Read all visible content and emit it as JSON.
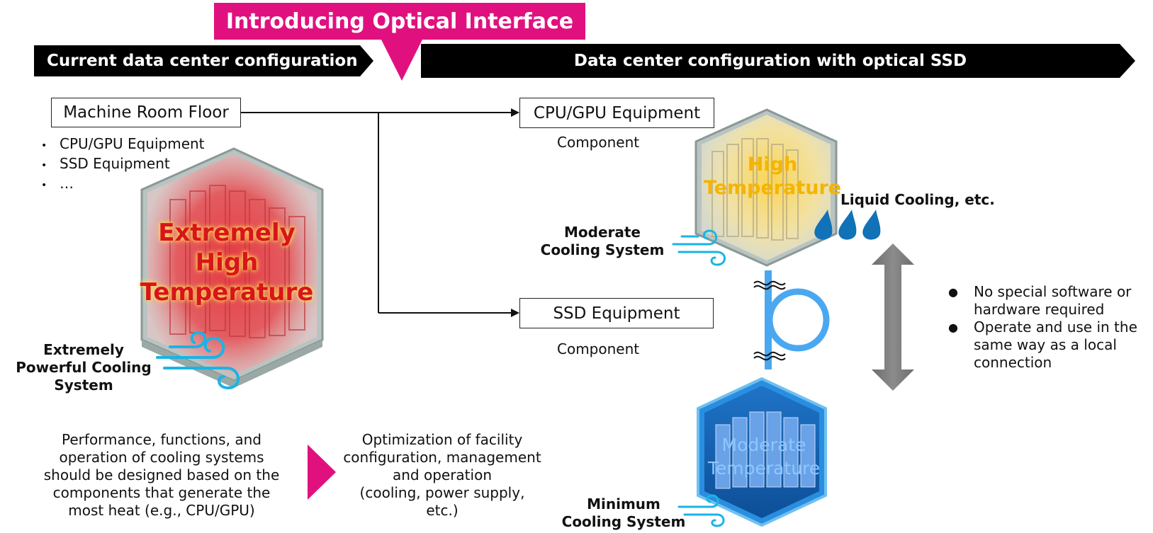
{
  "header": {
    "center_banner": "Introducing Optical Interface",
    "left_bar": "Current data center configuration",
    "right_bar": "Data center configuration with optical SSD"
  },
  "colors": {
    "accent_pink": "#e0117f",
    "bar_black": "#000000",
    "hot_red": "#d8141c",
    "warm_yellow": "#f5b400",
    "cool_blue": "#4a8fe0",
    "wind_cyan": "#19b4e6",
    "drop_blue": "#1172b8",
    "fiber_blue": "#4aa8f0",
    "arrow_gray": "#7f7f7f"
  },
  "left": {
    "floor_box": "Machine Room Floor",
    "floor_items": [
      "CPU/GPU Equipment",
      "SSD Equipment",
      "…"
    ],
    "rack_label_line1": "Extremely",
    "rack_label_line2": "High Temperature",
    "cooling_label": [
      "Extremely",
      "Powerful Cooling",
      "System"
    ],
    "summary": [
      "Performance, functions, and",
      "operation of cooling systems",
      "should be designed based on the",
      "components that generate the",
      "most heat (e.g., CPU/GPU)"
    ]
  },
  "middle": {
    "optimization": [
      "Optimization of facility",
      "configuration, management",
      "and operation",
      "(cooling, power supply,",
      "etc.)"
    ]
  },
  "right": {
    "cpu_box": "CPU/GPU Equipment",
    "cpu_component": "Component",
    "ssd_box": "SSD Equipment",
    "ssd_component": "Component",
    "cpu_rack_label_line1": "High",
    "cpu_rack_label_line2": "Temperature",
    "liquid_cooling": "Liquid Cooling, etc.",
    "moderate_cooling": [
      "Moderate",
      "Cooling System"
    ],
    "ssd_rack_label_line1": "Moderate",
    "ssd_rack_label_line2": "Temperature",
    "minimum_cooling": [
      "Minimum",
      "Cooling System"
    ],
    "notes": [
      "No special software or hardware required",
      "Operate and use in the same way as a local connection"
    ],
    "notes_lines": [
      [
        "No special software or",
        "hardware required"
      ],
      [
        "Operate and use in the",
        "same way as a local",
        "connection"
      ]
    ]
  },
  "icons": [
    "wind-icon",
    "water-drop-icon",
    "double-headed-arrow-icon",
    "optical-fiber-icon",
    "server-rack-icon",
    "triangle-arrow-icon"
  ]
}
